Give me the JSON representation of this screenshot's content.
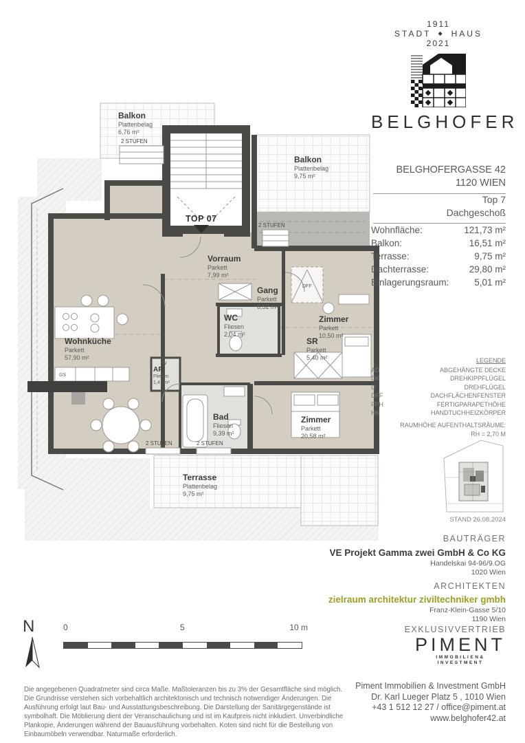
{
  "logo": {
    "year_top": "1911",
    "word_left": "STADT",
    "diamond": "◆",
    "word_right": "HAUS",
    "year_bottom": "2021",
    "name": "BELGHOFER"
  },
  "address": {
    "line1": "BELGHOFERGASSE 42",
    "line2": "1120 WIEN"
  },
  "unit": {
    "top": "Top 7",
    "floor": "Dachgeschoß"
  },
  "areas": [
    {
      "label": "Wohnfläche:",
      "value": "121,73 m²"
    },
    {
      "label": "Balkon:",
      "value": "16,51 m²"
    },
    {
      "label": "Terrasse:",
      "value": "9,75 m²"
    },
    {
      "label": "Dachterrasse:",
      "value": "29,80 m²"
    },
    {
      "label": "Einlagerungsraum:",
      "value": "5,01 m²"
    }
  ],
  "legend": {
    "title": "LEGENDE",
    "items": [
      {
        "key": "AD",
        "value": "ABGEHÄNGTE DECKE"
      },
      {
        "key": "DK",
        "value": "DREHKIPPFLÜGEL"
      },
      {
        "key": "D",
        "value": "DREHFLÜGEL"
      },
      {
        "key": "DFF",
        "value": "DACHFLÄCHENFENSTER"
      },
      {
        "key": "FPH",
        "value": "FERTIGPARAPETHÖHE"
      },
      {
        "key": "HK",
        "value": "HANDTUCHHEIZKÖRPER"
      }
    ],
    "room_height_line1": "RAUMHÖHE AUFENTHALTSRÄUME:",
    "room_height_line2": "RH = 2,70 M"
  },
  "stand": "STAND 26.08.2024",
  "developer": {
    "heading": "BAUTRÄGER",
    "name": "VE Projekt Gamma zwei GmbH & Co KG",
    "address1": "Handelskai 94-96/9.OG",
    "address2": "1020 Wien"
  },
  "architects": {
    "heading": "ARCHITEKTEN",
    "name": "zielraum architektur ziviltechniker gmbh",
    "address1": "Franz-Klein-Gasse 5/10",
    "address2": "1190 Wien",
    "accent_color": "#96a41f"
  },
  "distribution": {
    "heading": "EXKLUSIVVERTRIEB",
    "logo": "PIMENT",
    "logo_sub1": "IMMOBILIEN&",
    "logo_sub2": "INVESTMENT",
    "company": "Piment Immobilien & Investment GmbH",
    "address": "Dr. Karl Lueger Platz 5 , 1010 Wien",
    "phone_email": "+43 1 512 12 27 / office@piment.at",
    "website": "www.belghofer42.at"
  },
  "scalebar": {
    "north": "N",
    "t0": "0",
    "t5": "5",
    "t10": "10 m"
  },
  "disclaimer": "Die angegebenen Quadratmeter sind circa Maße. Maßtoleranzen bis zu 3% der Gesamtfläche sind möglich. Die Grundrisse verstehen sich vorbehaltlich architektonisch und technisch notwendiger Änderungen. Die Ausführung erfolgt laut Bau- und Ausstattungsbeschreibung. Die Darstellung der Sanitärgegenstände ist symbolhaft. Die Möblierung dient der Veranschaulichung und ist im Kaufpreis nicht inkludiert. Unverbindliche Plankopie, Änderungen während der Bauausführung vorbehalten. Koten sind nicht für die Bestellung von Einbaumöbeln verwendbar. Naturmaße erforderlich.",
  "plan": {
    "rooms": {
      "balkon_tl": {
        "name": "Balkon",
        "finish": "Plattenbelag",
        "area": "6,76 m²"
      },
      "balkon_r": {
        "name": "Balkon",
        "finish": "Plattenbelag",
        "area": "9,75 m²"
      },
      "vorraum": {
        "name": "Vorraum",
        "finish": "Parkett",
        "area": "7,99 m²"
      },
      "gang": {
        "name": "Gang",
        "finish": "Parkett",
        "area": "6,52 m²"
      },
      "wc": {
        "name": "WC",
        "finish": "Fliesen",
        "area": "2,04 m²"
      },
      "zimmer_klein": {
        "name": "Zimmer",
        "finish": "Parkett",
        "area": "10,50 m²"
      },
      "sr": {
        "name": "SR",
        "finish": "Parkett",
        "area": "5,40 m²"
      },
      "wohnkueche": {
        "name": "Wohnküche",
        "finish": "Parkett",
        "area": "57,90 m²"
      },
      "ar": {
        "name": "AR",
        "finish": "Fliesen",
        "area": "1,41 m²"
      },
      "bad": {
        "name": "Bad",
        "finish": "Fliesen",
        "area": "9,39 m²"
      },
      "zimmer_gross": {
        "name": "Zimmer",
        "finish": "Parkett",
        "area": "20,58 m²"
      },
      "terrasse": {
        "name": "Terrasse",
        "finish": "Plattenbelag",
        "area": "9,75 m²"
      }
    },
    "annotations": {
      "top_label": "TOP 07",
      "stufen": "2 STUFEN",
      "gs": "GS",
      "w": "W",
      "dff": "DFF"
    },
    "colors": {
      "floor": "#d4cdc1",
      "wall": "#4a4a47",
      "tile_room": "#e0e0dc"
    }
  }
}
